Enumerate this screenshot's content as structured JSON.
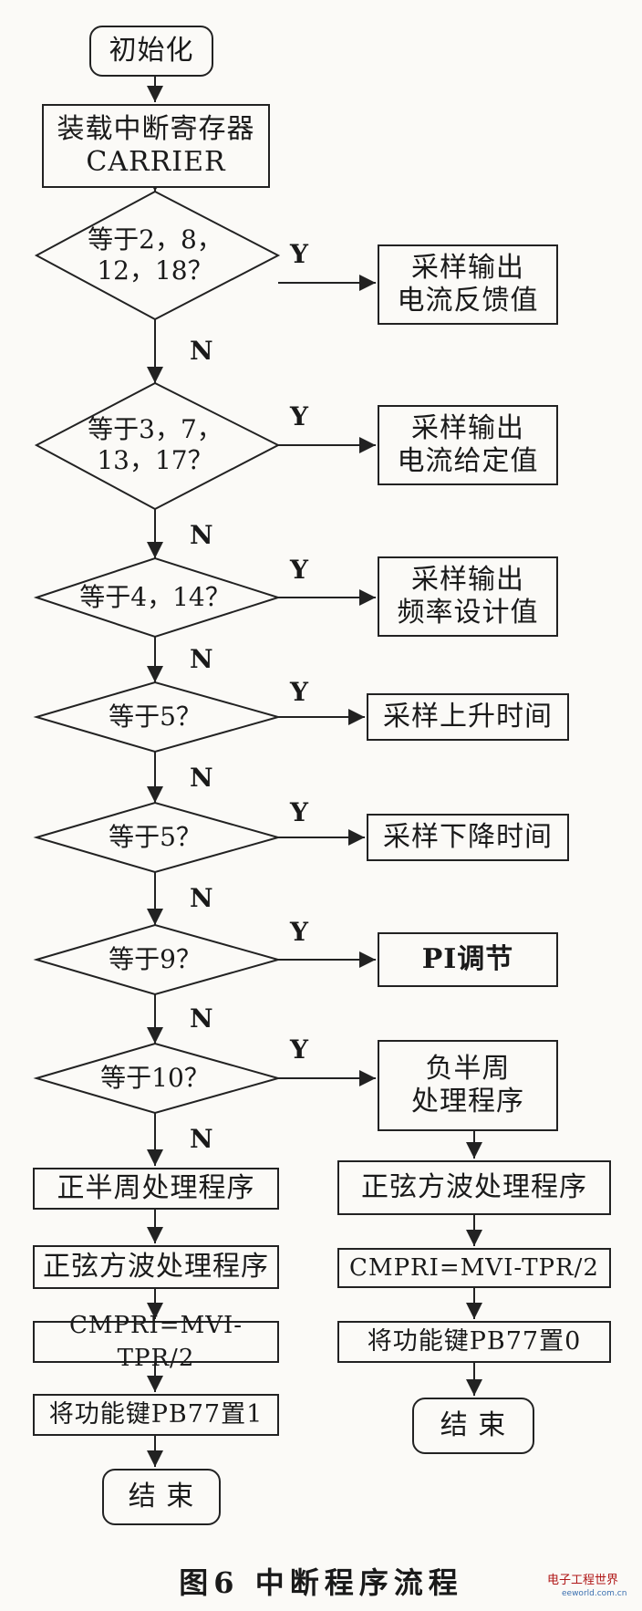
{
  "start": "初始化",
  "load": "装载中断寄存器\nCARRIER",
  "decisions": [
    "等于2，8，\n12，18？",
    "等于3，7，\n13，17？",
    "等于4，14？",
    "等于5？",
    "等于5？",
    "等于9？",
    "等于10？"
  ],
  "actions": [
    "采样输出\n电流反馈值",
    "采样输出\n电流给定值",
    "采样输出\n频率设计值",
    "采样上升时间",
    "采样下降时间",
    "PI调节",
    "负半周\n处理程序"
  ],
  "yes_label": "Y",
  "no_label": "N",
  "left_branch": [
    "正半周处理程序",
    "正弦方波处理程序",
    "CMPRI=MVI-TPR/2",
    "将功能键PB77置1"
  ],
  "right_branch": [
    "正弦方波处理程序",
    "CMPRI=MVI-TPR/2",
    "将功能键PB77置0"
  ],
  "end_left": "结  束",
  "end_right": "结  束",
  "caption": "图6  中断程序流程",
  "watermark": "电子工程世界",
  "watermark_sub": "eeworld.com.cn"
}
